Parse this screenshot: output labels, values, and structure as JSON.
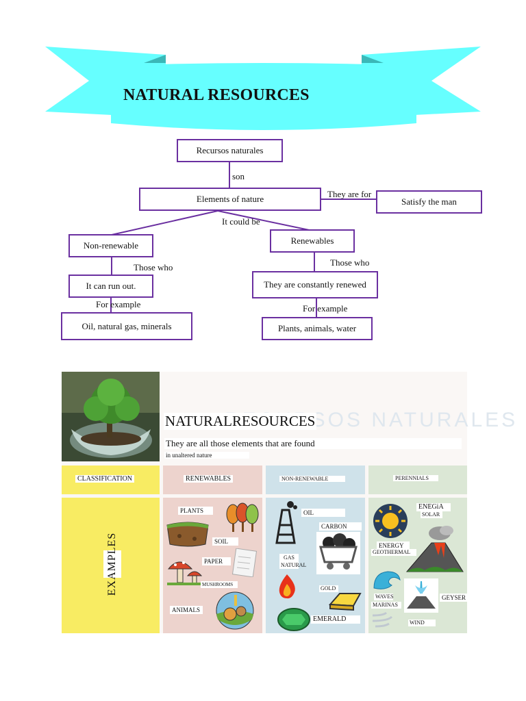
{
  "banner": {
    "title": "NATURAL RESOURCES"
  },
  "concept_map": {
    "root": "Recursos naturales",
    "link_son": "son",
    "elements": "Elements of nature",
    "link_they_are_for": "They are for",
    "satisfy": "Satisfy the man",
    "link_it_could_be": "It could be",
    "non_renewable": "Non-renewable",
    "renewables": "Renewables",
    "link_those_who_left": "Those who",
    "link_those_who_right": "Those who",
    "run_out": "It can run out.",
    "renewed": "They are constantly renewed",
    "link_for_example_left": "For   example",
    "link_for_example_right": "For example",
    "example_left": "Oil, natural gas, minerals",
    "example_right": "Plants, animals, water"
  },
  "infographic": {
    "title": "NATURALRESOURCES",
    "ghost_title": "RECURSOS NATURALES",
    "subtitle": "They are all those elements that are found",
    "subtitle2": "in unaltered nature",
    "headers": {
      "classification": "CLASSIFICATION",
      "renewables": "RENEWABLES",
      "non_renewable": "NON-RENEWABLE",
      "perennials": "PERENNIALS"
    },
    "examples_label": "EXAMPLES",
    "renewable_items": {
      "plants": "PLANTS",
      "soil": "SOIL",
      "paper": "PAPER",
      "mushrooms": "MUSHROOMS",
      "animals": "ANIMALS"
    },
    "nonrenewable_items": {
      "oil": "OIL",
      "carbon": "CARBON",
      "gas_natural": "GAS\nNATURAL",
      "gold": "GOLD",
      "emerald": "EMERALD"
    },
    "perennial_items": {
      "energia": "ENEGiA",
      "solar": "SOLAR",
      "energy": "ENERGY",
      "geothermal": "GEOTHERMAL",
      "waves": "WAVES",
      "marinas": "MARINAS",
      "geyser": "GEYSER",
      "wind": "WIND"
    },
    "colors": {
      "yellow": "#f8ec63",
      "pink": "#edd3cd",
      "blue": "#cfe2ea",
      "green": "#dbe7d5",
      "banner": "#66ffff",
      "box_border": "#6a2fa0"
    }
  }
}
